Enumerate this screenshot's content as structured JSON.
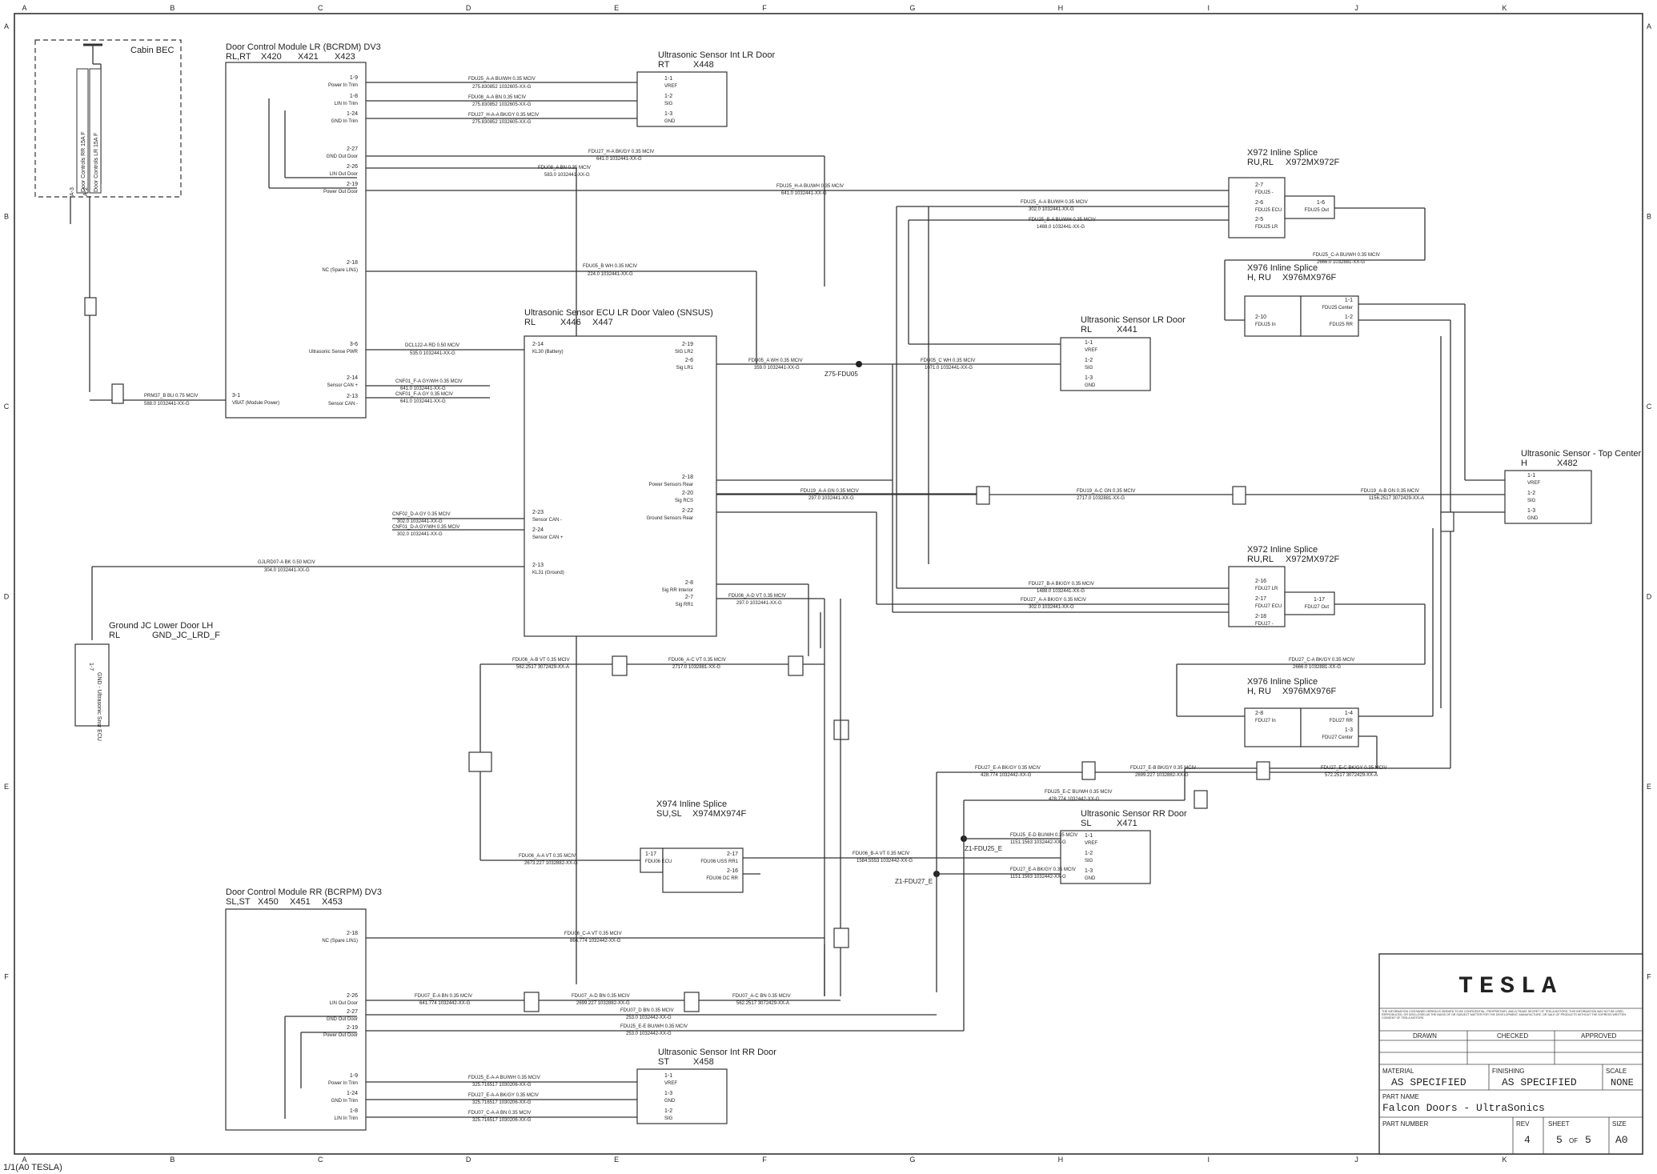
{
  "grid": {
    "cols": [
      "A",
      "B",
      "C",
      "D",
      "E",
      "F",
      "G",
      "H",
      "I",
      "J",
      "K"
    ],
    "rows": [
      "A",
      "B",
      "C",
      "D",
      "E",
      "F"
    ]
  },
  "footer_label": "1/1(A0 TESLA)",
  "components": {
    "cabin_bec": {
      "title": "Cabin BEC",
      "pin1": "Door Controls RR 15A F",
      "pin2": "Door Controls LR 15A F",
      "p1": "A-3",
      "p2": "A-2"
    },
    "dcm_lr": {
      "title": "Door Control Module LR (BCRDM) DV3",
      "sub": "RL,RT",
      "x": [
        "X420",
        "X421",
        "X423"
      ],
      "pins": [
        {
          "num": "1-9",
          "label": "Power In Trim"
        },
        {
          "num": "1-8",
          "label": "LIN In Trim"
        },
        {
          "num": "1-24",
          "label": "GND In Trim"
        },
        {
          "num": "2-27",
          "label": "GND Out Door"
        },
        {
          "num": "2-26",
          "label": "LIN Out Door"
        },
        {
          "num": "2-19",
          "label": "Power Out Door"
        },
        {
          "num": "2-18",
          "label": "NC (Spare LIN1)"
        },
        {
          "num": "3-6",
          "label": "Ultrasonic Sense PWR"
        },
        {
          "num": "2-14",
          "label": "Sensor CAN +"
        },
        {
          "num": "2-13",
          "label": "Sensor CAN -"
        },
        {
          "num": "3-1",
          "label": "VBAT (Module Power)"
        }
      ]
    },
    "us_int_lr": {
      "title": "Ultrasonic Sensor Int LR Door",
      "sub": "RT",
      "x": "X448",
      "pins": [
        {
          "num": "1-1",
          "label": "VREF"
        },
        {
          "num": "1-2",
          "label": "SIG"
        },
        {
          "num": "1-3",
          "label": "GND"
        }
      ]
    },
    "us_ecu": {
      "title": "Ultrasonic Sensor ECU LR Door Valeo (SNSUS)",
      "sub": "RL",
      "x": [
        "X446",
        "X447"
      ],
      "left_pins": [
        {
          "num": "2-14",
          "label": "KL30 (Battery)"
        },
        {
          "num": "2-23",
          "label": "Sensor CAN -"
        },
        {
          "num": "2-24",
          "label": "Sensor CAN +"
        },
        {
          "num": "2-13",
          "label": "KL31 (Ground)"
        }
      ],
      "right_pins": [
        {
          "num": "2-19",
          "label": "SIG LR2"
        },
        {
          "num": "2-6",
          "label": "Sig LR1"
        },
        {
          "num": "2-18",
          "label": "Power Sensors Rear"
        },
        {
          "num": "2-20",
          "label": "Sig RCS"
        },
        {
          "num": "2-22",
          "label": "Ground Sensors Rear"
        },
        {
          "num": "2-8",
          "label": "Sig RR Interior"
        },
        {
          "num": "2-7",
          "label": "Sig RR1"
        }
      ]
    },
    "splice_x972_top": {
      "title": "X972 Inline Splice",
      "sub": "RU,RL",
      "x": "X972MX972F",
      "pins": [
        {
          "num": "2-7",
          "label": "FDU25 -"
        },
        {
          "num": "2-6",
          "label": "FDU25 ECU"
        },
        {
          "num": "2-5",
          "label": "FDU25 LR"
        }
      ],
      "out": {
        "num": "1-6",
        "label": "FDU25 Out"
      }
    },
    "splice_x976_top": {
      "title": "X976 Inline Splice",
      "sub": "H, RU",
      "x": "X976MX976F",
      "pins": [
        {
          "num": "2-10",
          "label": "FDU25 In"
        }
      ],
      "right": [
        {
          "num": "1-1",
          "label": "FDU25 Center"
        },
        {
          "num": "1-2",
          "label": "FDU25 RR"
        }
      ]
    },
    "us_lr": {
      "title": "Ultrasonic Sensor LR Door",
      "sub": "RL",
      "x": "X441",
      "pins": [
        {
          "num": "1-1",
          "label": "VREF"
        },
        {
          "num": "1-2",
          "label": "SIG"
        },
        {
          "num": "1-3",
          "label": "GND"
        }
      ]
    },
    "us_top": {
      "title": "Ultrasonic Sensor - Top Center",
      "sub": "H",
      "x": "X482",
      "pins": [
        {
          "num": "1-1",
          "label": "VREF"
        },
        {
          "num": "1-2",
          "label": "SIG"
        },
        {
          "num": "1-3",
          "label": "GND"
        }
      ]
    },
    "splice_x972_bot": {
      "title": "X972 Inline Splice",
      "sub": "RU,RL",
      "x": "X972MX972F",
      "pins": [
        {
          "num": "2-16",
          "label": "FDU27 LR"
        },
        {
          "num": "2-17",
          "label": "FDU27 ECU"
        },
        {
          "num": "2-18",
          "label": "FDU27 -"
        }
      ],
      "out": {
        "num": "1-17",
        "label": "FDU27 Out"
      }
    },
    "splice_x976_bot": {
      "title": "X976 Inline Splice",
      "sub": "H, RU",
      "x": "X976MX976F",
      "pins": [
        {
          "num": "2-8",
          "label": "FDU27 In"
        }
      ],
      "right": [
        {
          "num": "1-4",
          "label": "FDU27 RR"
        },
        {
          "num": "1-3",
          "label": "FDU27 Center"
        }
      ]
    },
    "ground_jc": {
      "title": "Ground JC Lower Door LH",
      "sub": "RL",
      "x": "GND_JC_LRD_F",
      "pin": "1-7",
      "label": "GND - Ultrasonic Snsr ECU"
    },
    "splice_x974": {
      "title": "X974 Inline Splice",
      "sub": "SU,SL",
      "x": "X974MX974F",
      "pins": [
        {
          "num": "1-17",
          "label": "FDU06 ECU"
        }
      ],
      "right": [
        {
          "num": "2-17",
          "label": "FDU06 USS RR1"
        },
        {
          "num": "2-16",
          "label": "FDU06 DC RR"
        }
      ]
    },
    "us_rr": {
      "title": "Ultrasonic Sensor RR Door",
      "sub": "SL",
      "x": "X471",
      "pins": [
        {
          "num": "1-1",
          "label": "VREF"
        },
        {
          "num": "1-2",
          "label": "SIG"
        },
        {
          "num": "1-3",
          "label": "GND"
        }
      ]
    },
    "dcm_rr": {
      "title": "Door Control Module RR (BCRPM) DV3",
      "sub": "SL,ST",
      "x": [
        "X450",
        "X451",
        "X453"
      ],
      "pins": [
        {
          "num": "2-18",
          "label": "NC (Spare LIN1)"
        },
        {
          "num": "2-26",
          "label": "LIN Out Door"
        },
        {
          "num": "2-27",
          "label": "GND Out Door"
        },
        {
          "num": "2-19",
          "label": "Power Out Door"
        },
        {
          "num": "1-9",
          "label": "Power In Trim"
        },
        {
          "num": "1-24",
          "label": "GND In Trim"
        },
        {
          "num": "1-8",
          "label": "LIN In Trim"
        }
      ]
    },
    "us_int_rr": {
      "title": "Ultrasonic Sensor Int RR Door",
      "sub": "ST",
      "x": "X458",
      "pins": [
        {
          "num": "1-1",
          "label": "VREF"
        },
        {
          "num": "1-3",
          "label": "GND"
        },
        {
          "num": "1-2",
          "label": "SIG"
        }
      ]
    }
  },
  "splices": {
    "z75": "Z75-FDU05",
    "z1_25": "Z1-FDU25_E",
    "z1_27": "Z1-FDU27_E"
  },
  "wires": [
    {
      "a": "FDU25_A-A  BU/WH  0.35  MCIV",
      "b": "275.830852  1032605-XX-G"
    },
    {
      "a": "FDU08_A-A  BN  0.35  MCIV",
      "b": "275.830852  1032605-XX-G"
    },
    {
      "a": "FDU27_H-A-A  BK/GY  0.35  MCIV",
      "b": "275.830852  1032605-XX-G"
    },
    {
      "a": "FDU27_H-A  BK/GY  0.35  MCIV",
      "b": "641.0  1032441-XX-G"
    },
    {
      "a": "FDU08_A  BN  0.35  MCIV",
      "b": "583.0  1032441-XX-G"
    },
    {
      "a": "FDU25_H-A  BU/WH  0.35  MCIV",
      "b": "641.0  1032441-XX-G"
    },
    {
      "a": "FDU05_B  WH  0.35  MCIV",
      "b": "224.0  1032441-XX-G"
    },
    {
      "a": "DCL122-A  RD  0.50  MCIV",
      "b": "535.0  1032441-XX-G"
    },
    {
      "a": "CNF01_F-A  GY/WH  0.35  MCIV",
      "b": "641.0  1032441-XX-G"
    },
    {
      "a": "CNF01_F-A  GY  0.35  MCIV",
      "b": "641.0  1032441-XX-G"
    },
    {
      "a": "PRM37_B  BU  0.75  MCIV",
      "b": "588.0  1032441-XX-G"
    },
    {
      "a": "FDU05_A  WH  0.35  MCIV",
      "b": "359.0  1032441-XX-G"
    },
    {
      "a": "FDU05_C  WH  0.35  MCIV",
      "b": "1071.0  1032441-XX-G"
    },
    {
      "a": "FDU25_A-A  BU/WH  0.35  MCIV",
      "b": "302.0  1032441-XX-G"
    },
    {
      "a": "FDU25_B-A  BU/WH  0.35  MCIV",
      "b": "1488.0  1032441-XX-G"
    },
    {
      "a": "FDU25_C-A  BU/WH  0.35  MCIV",
      "b": "2666.0  1032881-XX-G"
    },
    {
      "a": "FDU19_A-A  GN  0.35  MCIV",
      "b": "297.0  1032441-XX-G"
    },
    {
      "a": "FDU19_A-C  GN  0.35  MCIV",
      "b": "2717.0  1032881-XX-G"
    },
    {
      "a": "FDU19_A-B  GN  0.35  MCIV",
      "b": "1156.2517  3072429-XX-A"
    },
    {
      "a": "CNF02_D-A  GY  0.35  MCIV",
      "b": "302.0  1032441-XX-G"
    },
    {
      "a": "CNF01_D-A  GY/WH  0.35  MCIV",
      "b": "302.0  1032441-XX-G"
    },
    {
      "a": "GJLRD07-A  BK  0.50  MCIV",
      "b": "304.0  1032441-XX-G"
    },
    {
      "a": "FDU27_B-A  BK/GY  0.35  MCIV",
      "b": "1488.0  1032441-XX-G"
    },
    {
      "a": "FDU27_A-A  BK/GY  0.35  MCIV",
      "b": "302.0  1032441-XX-G"
    },
    {
      "a": "FDU27_C-A  BK/GY  0.35  MCIV",
      "b": "2666.0  1032881-XX-G"
    },
    {
      "a": "FDU06_A-D  VT  0.35  MCIV",
      "b": "297.0  1032441-XX-G"
    },
    {
      "a": "FDU06_A-B  VT  0.35  MCIV",
      "b": "562.2517  3072429-XX-A"
    },
    {
      "a": "FDU06_A-C  VT  0.35  MCIV",
      "b": "2717.0  1032881-XX-G"
    },
    {
      "a": "FDU27_E-A  BK/GY  0.35  MCIV",
      "b": "428.774  1032442-XX-G"
    },
    {
      "a": "FDU27_E-B  BK/GY  0.35  MCIV",
      "b": "2699.227  1032882-XX-G"
    },
    {
      "a": "FDU27_E-C  BK/GY  0.35  MCIV",
      "b": "572.2517  3072429-XX-A"
    },
    {
      "a": "FDU25_E-C  BU/WH  0.35  MCIV",
      "b": "428.774  1032442-XX-G"
    },
    {
      "a": "FDU25_E-D  BU/WH  0.35  MCIV",
      "b": "1151.1563  1032442-XX-G"
    },
    {
      "a": "FDU27_E-A  BK/GY  0.35  MCIV",
      "b": "1151.1563  1032442-XX-G"
    },
    {
      "a": "FDU06_A-A  VT  0.35  MCIV",
      "b": "2673.227  1032882-XX-G"
    },
    {
      "a": "FDU06_B-A  VT  0.35  MCIV",
      "b": "1584.5553  1032442-XX-G"
    },
    {
      "a": "FDU06_C-A  VT  0.35  MCIV",
      "b": "866.774  1032442-XX-G"
    },
    {
      "a": "FDU07_E-A  BN  0.35  MCIV",
      "b": "641.774  1032442-XX-G"
    },
    {
      "a": "FDU07_A-D  BN  0.35  MCIV",
      "b": "2699.227  1032882-XX-G"
    },
    {
      "a": "FDU07_A-C  BN  0.35  MCIV",
      "b": "562.2517  3072429-XX-A"
    },
    {
      "a": "FDU07_D  BN  0.35  MCIV",
      "b": "253.0  1032442-XX-G"
    },
    {
      "a": "FDU25_E-E  BU/WH  0.35  MCIV",
      "b": "253.0  1032442-XX-G"
    },
    {
      "a": "FDU25_E-A-A  BU/WH  0.35  MCIV",
      "b": "325.716517  1030206-XX-G"
    },
    {
      "a": "FDU27_E-A-A  BK/GY  0.35  MCIV",
      "b": "325.716517  1030206-XX-G"
    },
    {
      "a": "FDU07_C-A-A  BN  0.35  MCIV",
      "b": "325.716517  1030206-XX-G"
    }
  ],
  "title_block": {
    "brand": "TESLA",
    "disclaimer": "THE INFORMATION CONTAINED HEREIN IS DEEMED TO BE CONFIDENTIAL, PROPRIETARY, AND A TRADE SECRET OF TESLA MOTORS. THIS INFORMATION MAY NOT BE USED, REPRODUCED, OR DISCLOSED AS THE BASIS OF OR SUBJECT MATTER FOR THE DEVELOPMENT, MANUFACTURE, OR SALE OF PRODUCTS WITHOUT THE EXPRESS WRITTEN CONSENT OF TESLA MOTORS.",
    "drawn": "DRAWN",
    "checked": "CHECKED",
    "approved": "APPROVED",
    "material_label": "MATERIAL",
    "material": "AS SPECIFIED",
    "finishing_label": "FINISHING",
    "finishing": "AS SPECIFIED",
    "scale_label": "SCALE",
    "scale": "NONE",
    "part_name_label": "PART NAME",
    "part_name": "Falcon Doors - UltraSonics",
    "part_number_label": "PART NUMBER",
    "rev_label": "REV",
    "rev": "4",
    "sheet_label": "SHEET",
    "sheet": "5",
    "of": "OF",
    "sheets": "5",
    "size_label": "SIZE",
    "size": "A0"
  }
}
